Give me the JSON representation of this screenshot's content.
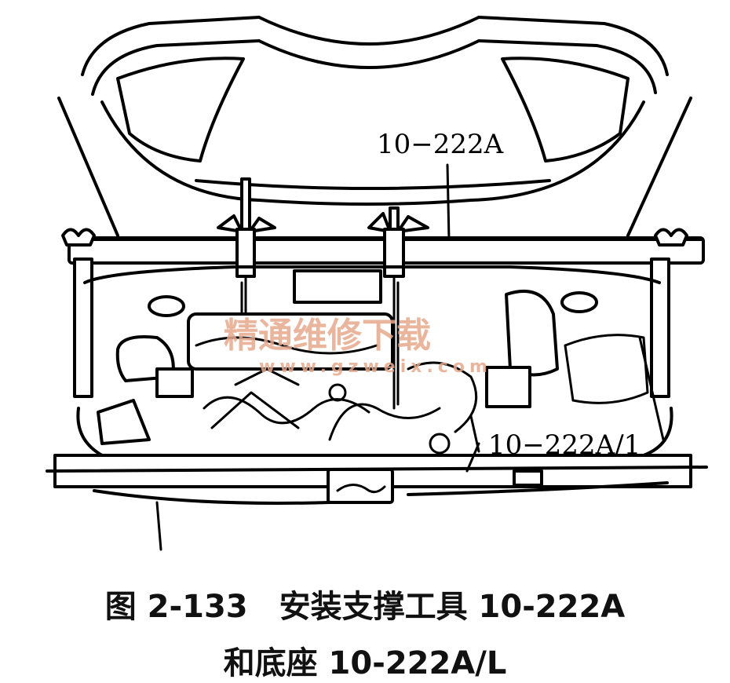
{
  "figure": {
    "labels": {
      "tool": "10−222A",
      "base": "10−222A/1"
    },
    "watermark": {
      "text": "精通维修下载",
      "url": "www.gzweix.com",
      "color": "#e7a98d"
    }
  },
  "caption": {
    "line1": "图 2-133　安装支撑工具 10-222A",
    "line2": "和底座 10-222A/L"
  }
}
